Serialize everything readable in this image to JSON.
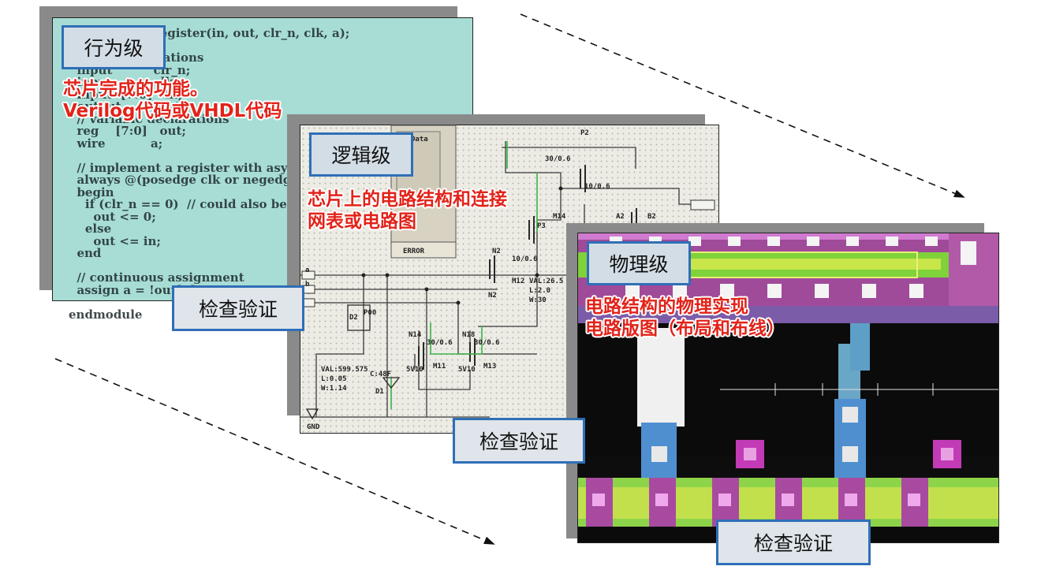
{
  "stages": [
    {
      "level": "行为级",
      "desc": [
        "芯片完成的功能。",
        "Verilog代码或VHDL代码"
      ],
      "verify": "检查验证",
      "code": "module  the_register(in, out, clr_n, clk, a);\n\n  // port declarations\n  input          clr_n;\n  input          clk;\n  input  [7:0]   in;\n  output         out;\n  // variable declarations\n  reg    [7:0]   out;\n  wire           a;\n\n  // implement a register with asynchronous clear\n  always @(posedge clk or negedge clr_n)\n  begin\n    if (clr_n == 0)  // could also be written if (!clr_n)\n      out <= 0;\n    else\n      out <= in;\n  end\n\n  // continuous assignment\n  assign a = !out[0];\n\nendmodule"
    },
    {
      "level": "逻辑级",
      "desc": [
        "芯片上的电路结构和连接",
        "网表或电路图"
      ],
      "verify": "检查验证",
      "labels": [
        "30/0.6",
        "30/0.6",
        "10/0.6",
        "30/0.6",
        "10/0.6",
        "N2",
        "N14",
        "N18",
        "M12",
        "M13",
        "M11",
        "M14",
        "P2",
        "P3",
        "N2",
        "VAL:599.575",
        "L:0.05",
        "W:1.14",
        "VAL:26.5",
        "L:2.0",
        "W:30",
        "5V10",
        "5V10",
        "D2",
        "D1",
        "C:48F",
        "A2",
        "B2",
        "a",
        "b",
        "GND",
        "Data",
        "ERROR",
        "P00"
      ]
    },
    {
      "level": "物理级",
      "desc": [
        "电路结构的物理实现",
        "电路版图（布局和布线）"
      ],
      "verify": "检查验证"
    }
  ]
}
